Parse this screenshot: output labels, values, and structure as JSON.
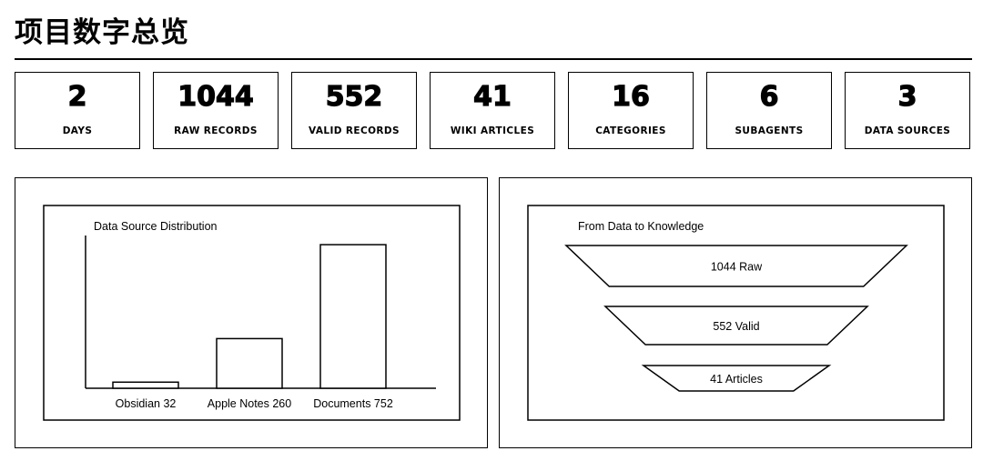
{
  "page": {
    "title": "项目数字总览"
  },
  "stats": [
    {
      "value": "2",
      "label": "DAYS"
    },
    {
      "value": "1044",
      "label": "RAW RECORDS"
    },
    {
      "value": "552",
      "label": "VALID RECORDS"
    },
    {
      "value": "41",
      "label": "WIKI ARTICLES"
    },
    {
      "value": "16",
      "label": "CATEGORIES"
    },
    {
      "value": "6",
      "label": "SUBAGENTS"
    },
    {
      "value": "3",
      "label": "DATA SOURCES"
    }
  ],
  "chart_data": [
    {
      "type": "bar",
      "title": "Data Source Distribution",
      "categories": [
        "Obsidian",
        "Apple Notes",
        "Documents"
      ],
      "values": [
        32,
        260,
        752
      ],
      "category_labels": [
        "Obsidian 32",
        "Apple Notes 260",
        "Documents 752"
      ],
      "ylim": [
        0,
        800
      ],
      "grid": false,
      "colors": {
        "stroke": "#000000",
        "fill": "#ffffff"
      }
    },
    {
      "type": "funnel",
      "title": "From Data to Knowledge",
      "stages": [
        "Raw",
        "Valid",
        "Articles"
      ],
      "values": [
        1044,
        552,
        41
      ],
      "stage_labels": [
        "1044 Raw",
        "552 Valid",
        "41 Articles"
      ],
      "colors": {
        "stroke": "#000000",
        "fill": "#ffffff"
      }
    }
  ]
}
